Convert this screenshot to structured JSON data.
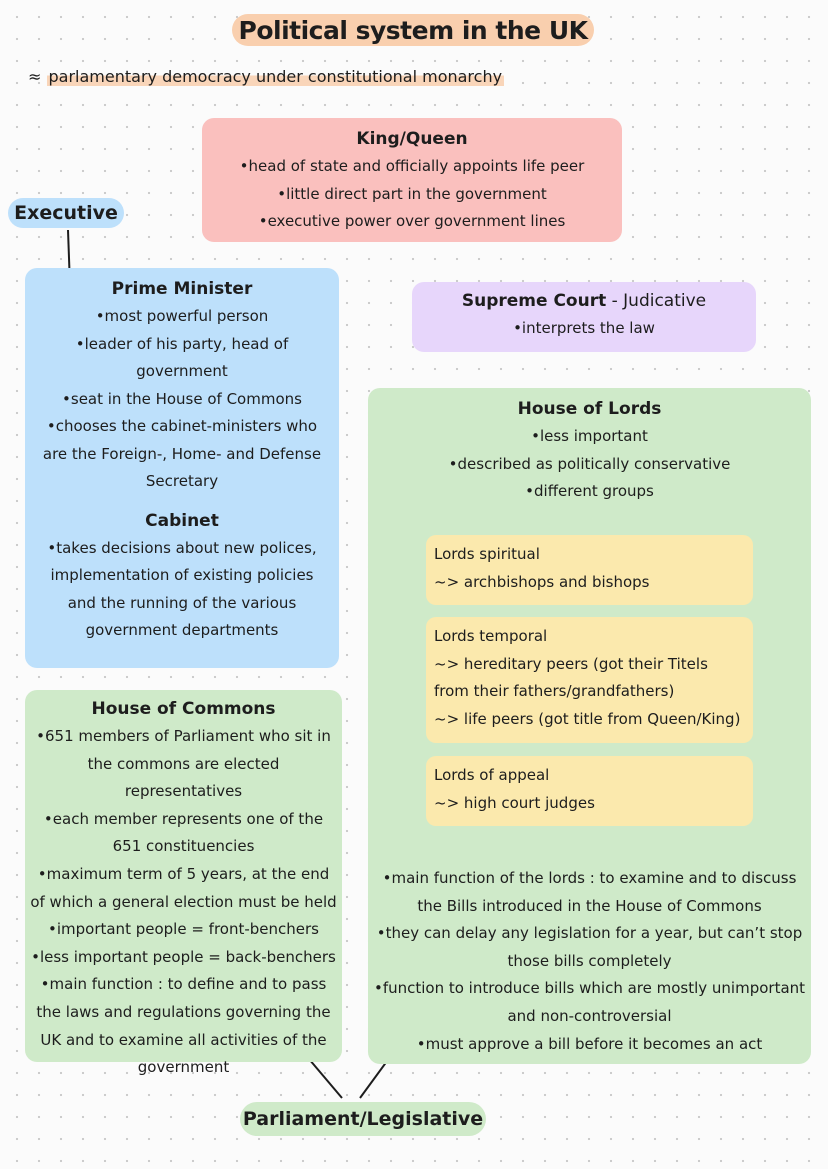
{
  "title": "Political system in the UK",
  "subtitle": {
    "prefix": "≈",
    "text": "parlamentary democracy under constitutional monarchy"
  },
  "labels": {
    "executive": "Executive",
    "parliament": "Parliament/Legislative"
  },
  "king": {
    "title": "King/Queen",
    "points": [
      "head of state and officially appoints life peer",
      "little direct part in the government",
      "executive power over government lines"
    ]
  },
  "prime_minister": {
    "title": "Prime Minister",
    "points": [
      "most powerful person",
      "leader of his party, head of government",
      "seat in the House of Commons",
      "chooses the cabinet-ministers who are the Foreign-, Home- and Defense Secretary"
    ]
  },
  "cabinet": {
    "title": "Cabinet",
    "points": [
      "takes decisions about new polices, implementation of existing policies and the running of the various government departments"
    ]
  },
  "supreme_court": {
    "title": "Supreme Court",
    "suffix": " - Judicative",
    "points": [
      "interprets the law"
    ]
  },
  "house_of_commons": {
    "title": "House of Commons",
    "points": [
      "651 members of Parliament who sit in the commons are elected representatives",
      "each member represents one of the 651 constituencies",
      "maximum term of 5 years, at the end of which a general election must be held",
      "important people = front-benchers",
      "less important people = back-benchers",
      "main function : to define and to pass the laws and regulations governing the UK and to examine all activities of the government"
    ]
  },
  "house_of_lords": {
    "title": "House of Lords",
    "points": [
      "less important",
      "described as politically conservative",
      "different groups"
    ],
    "groups": [
      {
        "name": "Lords spiritual",
        "lines": [
          "~> archbishops and bishops"
        ]
      },
      {
        "name": "Lords temporal",
        "lines": [
          "~> hereditary peers (got their Titels from their fathers/grandfathers)",
          "~> life peers (got title from Queen/King)"
        ]
      },
      {
        "name": "Lords of appeal",
        "lines": [
          "~> high court judges"
        ]
      }
    ],
    "functions": [
      "main function of the lords : to examine and to discuss the Bills introduced in the House of Commons",
      "they can delay any legislation for a year, but can’t stop those bills completely",
      "function to introduce bills which are mostly unimportant and non-controversial",
      "must approve a bill before it becomes an act"
    ]
  },
  "colors": {
    "title_bg": "#f9cfae",
    "king_bg": "#fac0be",
    "executive_bg": "#bde0fb",
    "court_bg": "#e7d6fb",
    "parliament_bg": "#cfeac9",
    "lords_groups_bg": "#fbe9ad"
  }
}
